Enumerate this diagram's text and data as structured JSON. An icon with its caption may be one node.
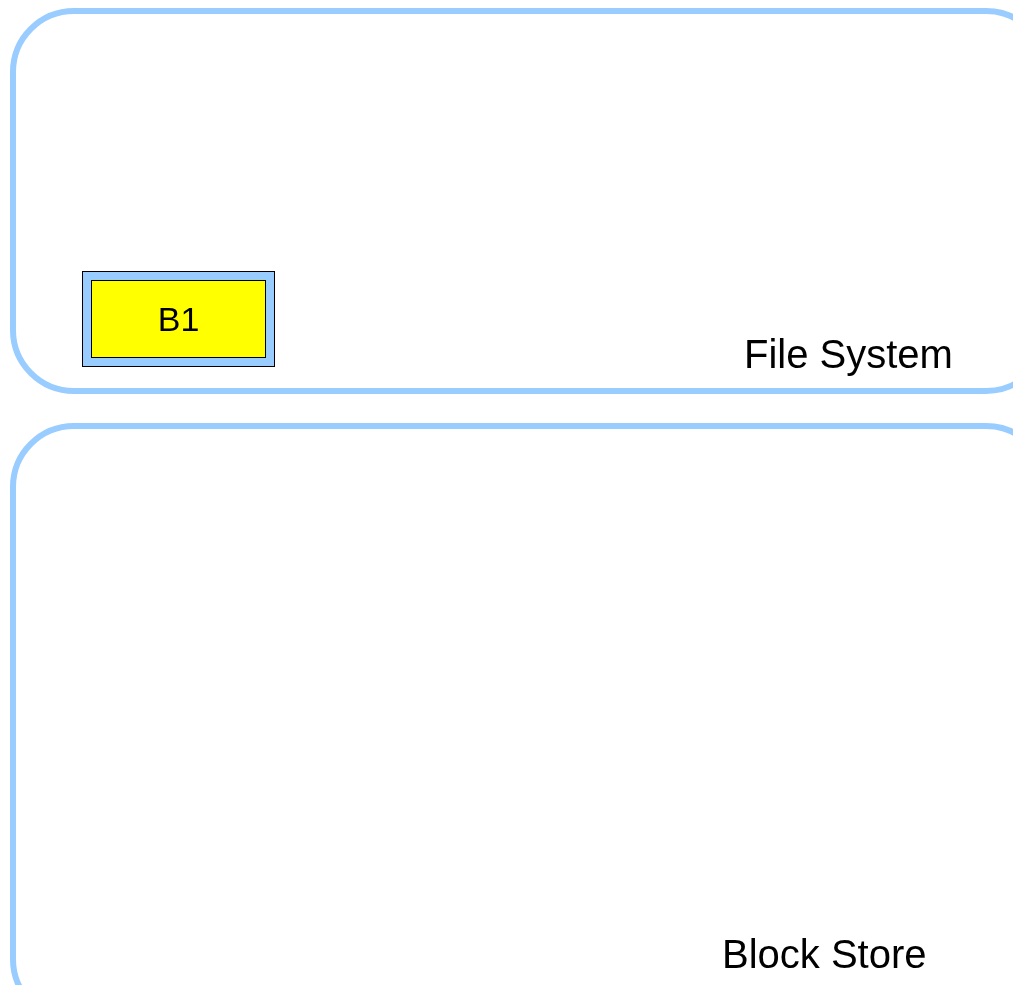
{
  "diagram": {
    "nodes": [
      {
        "text": [
          "File System"
        ]
      },
      {
        "text": [
          "B1"
        ],
        "in": 0
      },
      {
        "text": [
          "Block Store"
        ]
      }
    ]
  }
}
